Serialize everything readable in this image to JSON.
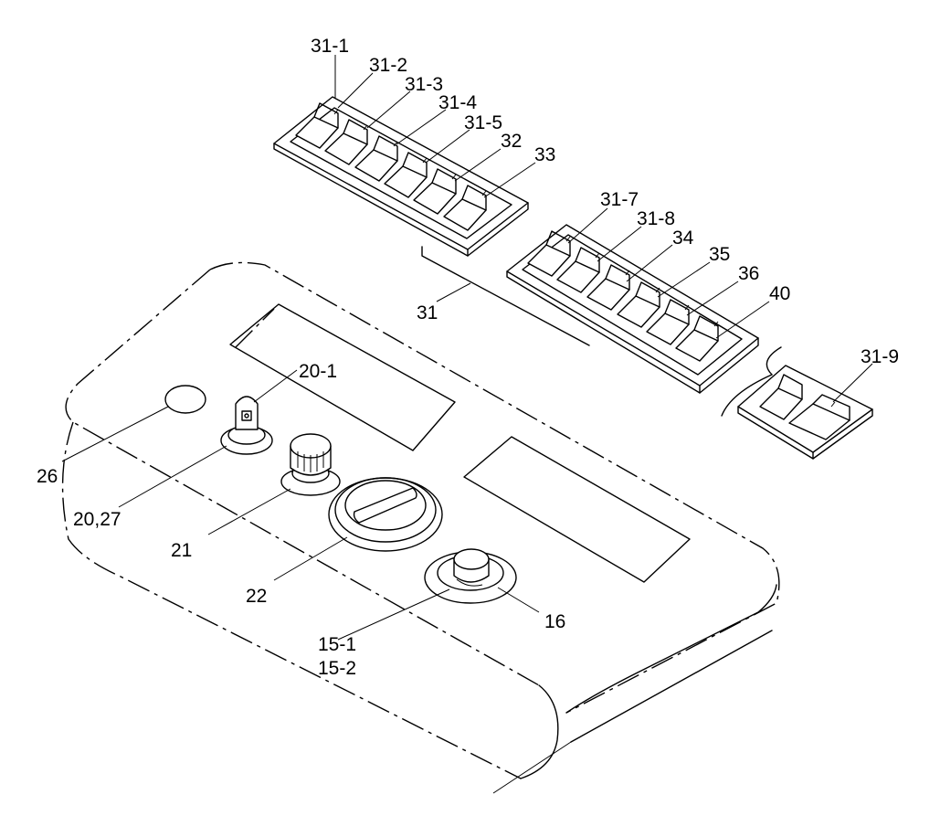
{
  "labels": {
    "l31_1": "31-1",
    "l31_2": "31-2",
    "l31_3": "31-3",
    "l31_4": "31-4",
    "l31_5": "31-5",
    "l32": "32",
    "l33": "33",
    "l31": "31",
    "l31_7": "31-7",
    "l31_8": "31-8",
    "l34": "34",
    "l35": "35",
    "l36": "36",
    "l40": "40",
    "l31_9": "31-9",
    "l20_1": "20-1",
    "l26": "26",
    "l20_27": "20,27",
    "l21": "21",
    "l22": "22",
    "l15_1": "15-1",
    "l15_2": "15-2",
    "l16": "16"
  },
  "icons": {
    "panel": "console-panel-icon",
    "switch": "rocker-switch-icon",
    "key": "key-switch-icon",
    "knob": "rotary-knob-icon",
    "dial": "dial-icon",
    "button": "push-button-icon"
  }
}
